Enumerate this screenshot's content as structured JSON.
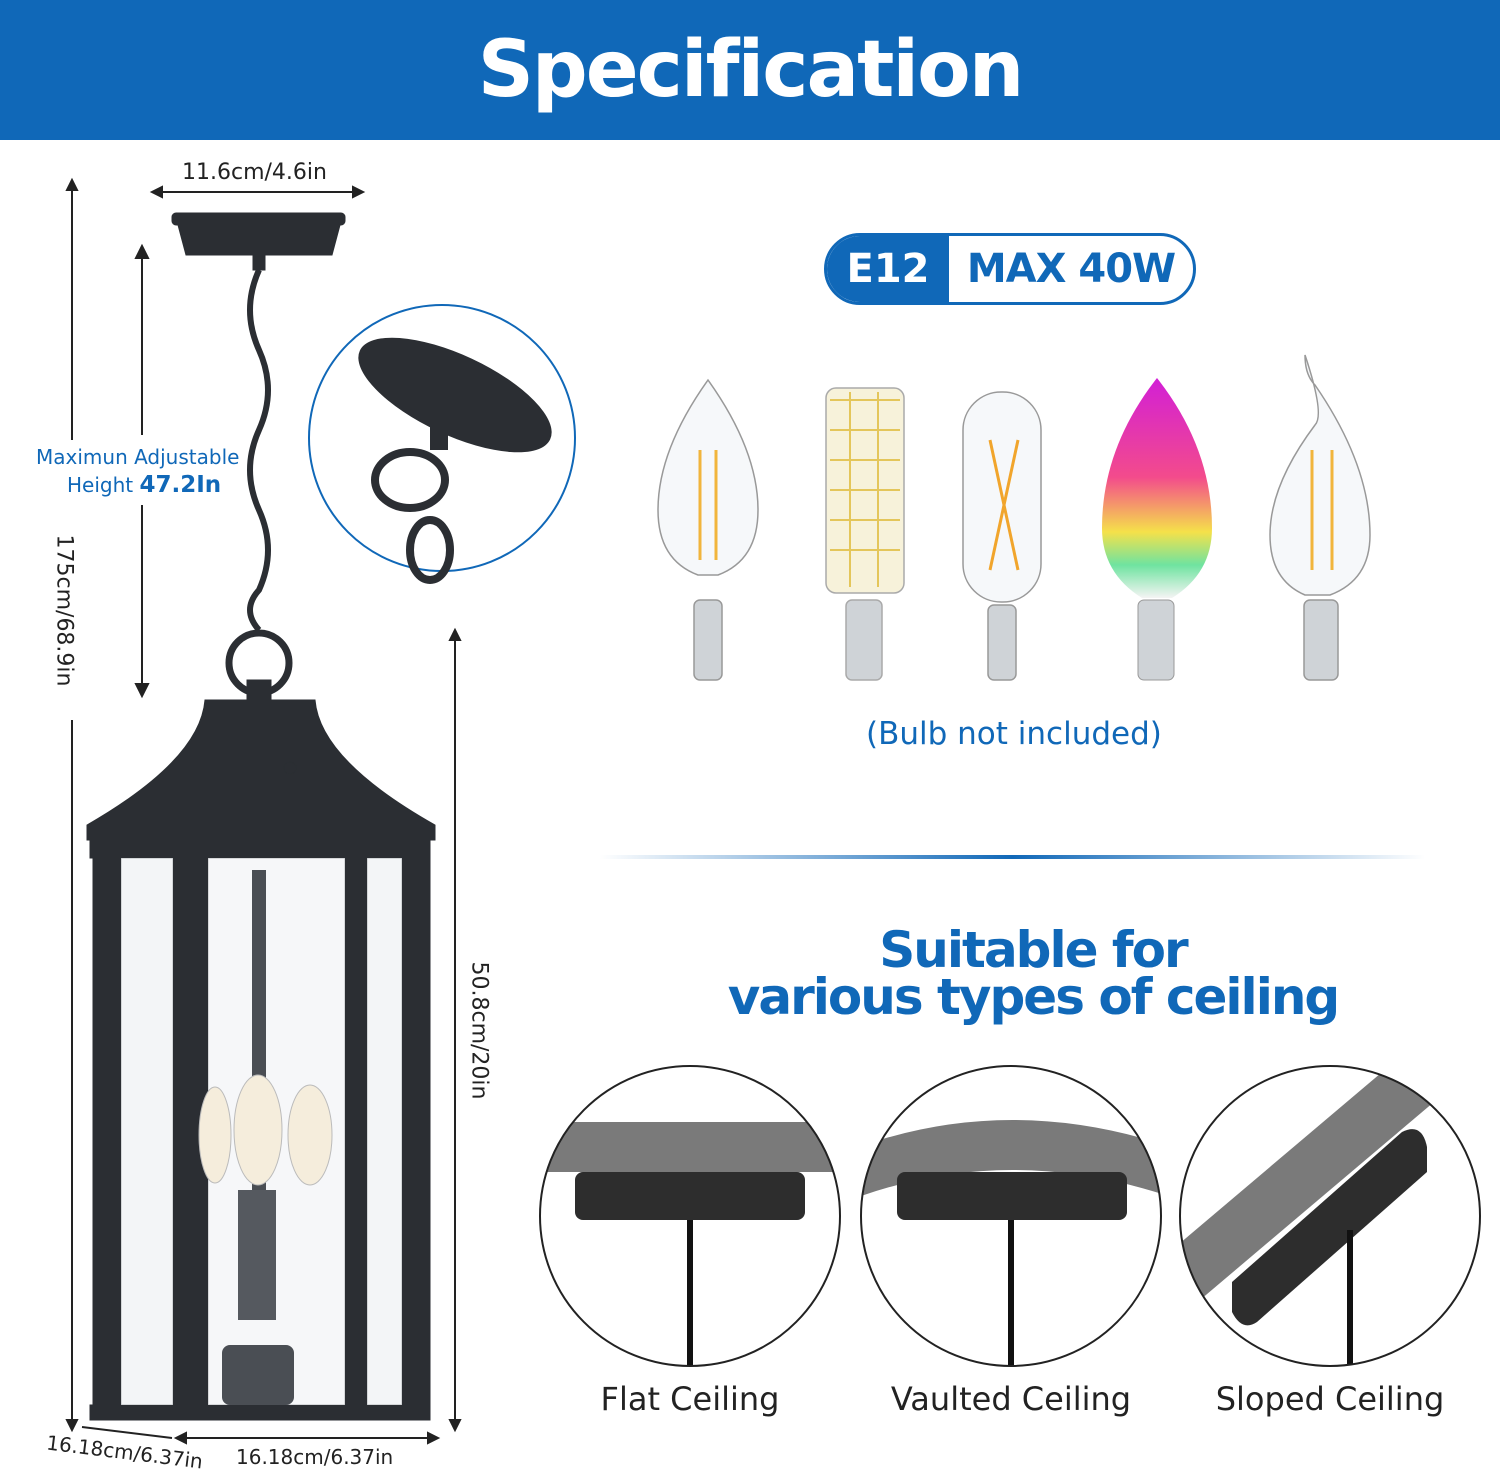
{
  "header": {
    "title": "Specification"
  },
  "dimensions": {
    "canopy_width": "11.6cm/4.6in",
    "adjustable_label": "Maximun Adjustable",
    "adjustable_height_prefix": "Height",
    "adjustable_height_value": "47.2In",
    "total_height": "175cm/68.9in",
    "lantern_height": "50.8cm/20in",
    "depth": "16.18cm/6.37in",
    "width": "16.18cm/6.37in"
  },
  "bulb_spec": {
    "socket": "E12",
    "max_wattage": "MAX 40W",
    "note": "(Bulb not included)"
  },
  "ceiling": {
    "title_line1": "Suitable for",
    "title_line2": "various types of ceiling",
    "types": [
      {
        "label": "Flat Ceiling"
      },
      {
        "label": "Vaulted Ceiling"
      },
      {
        "label": "Sloped Ceiling"
      }
    ]
  },
  "colors": {
    "brand": "#1068b8",
    "fixture": "#2b2e33"
  }
}
